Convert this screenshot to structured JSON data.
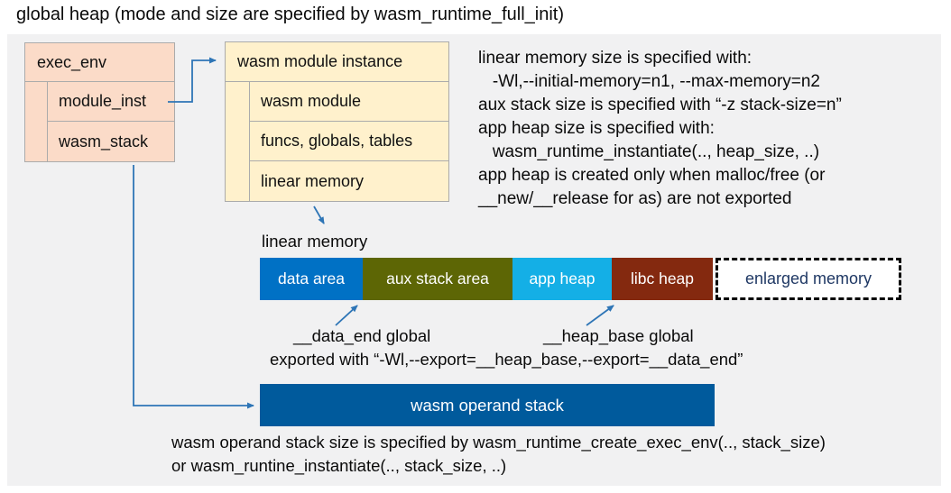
{
  "title": "global heap (mode and size are specified by wasm_runtime_full_init)",
  "exec_env": {
    "header": "exec_env",
    "rows": [
      "module_inst",
      "wasm_stack"
    ]
  },
  "module_instance": {
    "header": "wasm module instance",
    "rows": [
      "wasm module",
      "funcs, globals, tables",
      "linear memory"
    ]
  },
  "notes": {
    "lines": [
      "linear memory size is specified with:",
      "   -Wl,--initial-memory=n1, --max-memory=n2",
      "aux stack size is specified with “-z stack-size=n”",
      "app heap size is specified with:",
      "   wasm_runtime_instantiate(.., heap_size, ..)",
      "app heap is created only when malloc/free (or",
      "__new/__release for as) are not exported"
    ]
  },
  "linear_memory": {
    "label": "linear memory",
    "segments": [
      {
        "label": "data area",
        "color": "#0071c5",
        "text_color": "#ffffff"
      },
      {
        "label": "aux stack area",
        "color": "#5d6605",
        "text_color": "#ffffff"
      },
      {
        "label": "app heap",
        "color": "#14afe6",
        "text_color": "#ffffff"
      },
      {
        "label": "libc heap",
        "color": "#84290f",
        "text_color": "#ffffff"
      },
      {
        "label": "enlarged memory",
        "color": "#ffffff",
        "text_color": "#1f3864"
      }
    ]
  },
  "annotations": {
    "data_end": "__data_end global",
    "heap_base": "__heap_base global",
    "exported": "exported with “-Wl,--export=__heap_base,--export=__data_end”"
  },
  "operand_stack": {
    "label": "wasm operand stack",
    "color": "#005a9c"
  },
  "footer": {
    "lines": [
      "wasm operand stack size is specified by wasm_runtime_create_exec_env(.., stack_size)",
      "or wasm_runtine_instantiate(.., stack_size, ..)"
    ]
  },
  "colors": {
    "panel_background": "#f1f1f2",
    "exec_env_fill": "#fbdbc8",
    "module_instance_fill": "#fff1cc",
    "box_border": "#ababab",
    "arrow": "#2e75b6"
  }
}
